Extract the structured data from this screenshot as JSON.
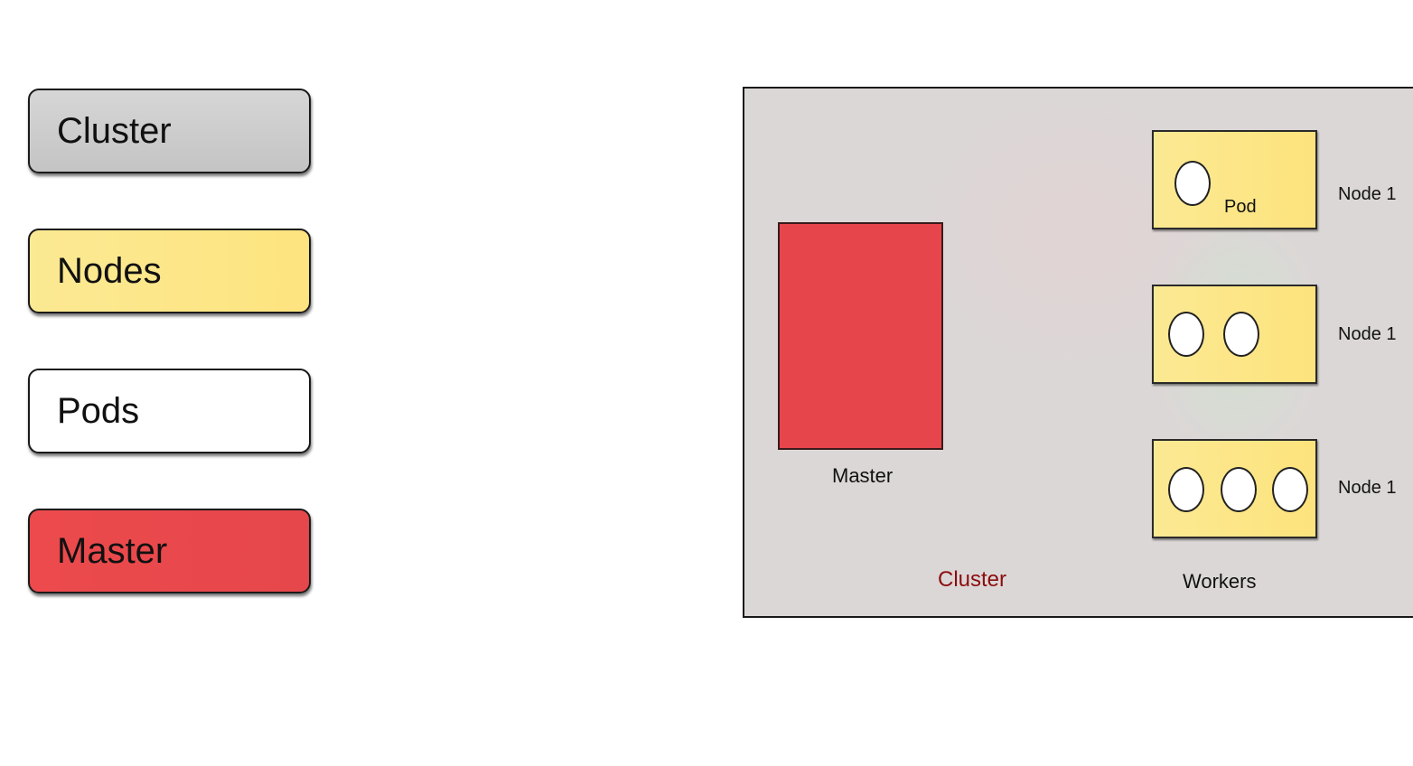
{
  "legend": {
    "cluster": "Cluster",
    "nodes": "Nodes",
    "pods": "Pods",
    "master": "Master"
  },
  "diagram": {
    "master_label": "Master",
    "cluster_label": "Cluster",
    "workers_label": "Workers",
    "pod_label": "Pod",
    "nodes": [
      {
        "label": "Node 1",
        "pod_count": 1
      },
      {
        "label": "Node 1",
        "pod_count": 2
      },
      {
        "label": "Node 1",
        "pod_count": 3
      }
    ]
  },
  "colors": {
    "cluster": "#d0d0d0",
    "node": "#fde47f",
    "pod": "#ffffff",
    "master": "#e6474b",
    "cluster_label": "#8b0d0d"
  }
}
